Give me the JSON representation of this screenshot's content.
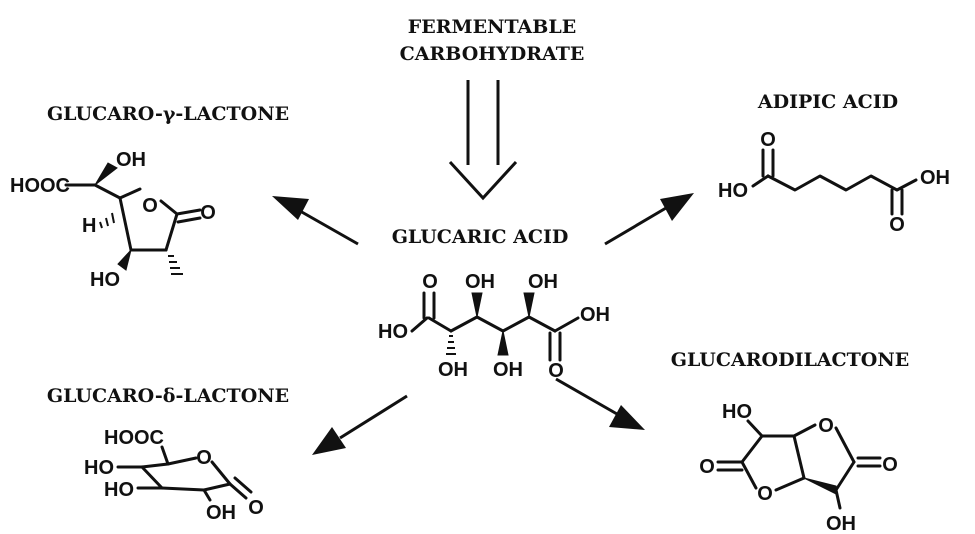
{
  "source": {
    "line1": "FERMENTABLE",
    "line2": "CARBOHYDRATE"
  },
  "center": {
    "label": "GLUCARIC ACID"
  },
  "products": {
    "gamma": {
      "label": "GLUCARO-γ-LACTONE"
    },
    "adipic": {
      "label": "ADIPIC ACID"
    },
    "delta": {
      "label": "GLUCARO-δ-LACTONE"
    },
    "dilactone": {
      "label": "GLUCARODILACTONE"
    }
  },
  "atoms": {
    "oh": "OH",
    "ho": "HO",
    "o": "O",
    "hooc": "HOOC",
    "h": "H"
  }
}
